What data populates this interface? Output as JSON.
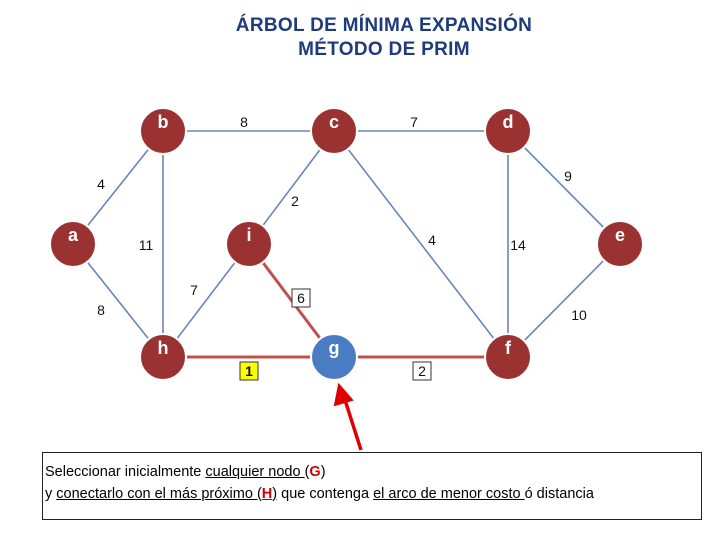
{
  "title": {
    "line1": "ÁRBOL DE MÍNIMA EXPANSIÓN",
    "line2": "MÉTODO DE PRIM"
  },
  "colors": {
    "node": "#9b3232",
    "node_start": "#4a7cc4",
    "edge": "#6b85b8",
    "edge_selected": "#c05050",
    "arrow": "#e00000",
    "highlight_box": "#ffff00"
  },
  "nodes": [
    {
      "id": "a",
      "label": "a"
    },
    {
      "id": "b",
      "label": "b"
    },
    {
      "id": "c",
      "label": "c"
    },
    {
      "id": "d",
      "label": "d"
    },
    {
      "id": "e",
      "label": "e"
    },
    {
      "id": "i",
      "label": "i"
    },
    {
      "id": "h",
      "label": "h"
    },
    {
      "id": "g",
      "label": "g",
      "start": true
    },
    {
      "id": "f",
      "label": "f"
    }
  ],
  "edges": [
    {
      "from": "a",
      "to": "b",
      "weight": "4"
    },
    {
      "from": "a",
      "to": "h",
      "weight": "8"
    },
    {
      "from": "b",
      "to": "c",
      "weight": "8"
    },
    {
      "from": "b",
      "to": "h",
      "weight": "11"
    },
    {
      "from": "c",
      "to": "d",
      "weight": "7"
    },
    {
      "from": "c",
      "to": "i",
      "weight": "2"
    },
    {
      "from": "c",
      "to": "f",
      "weight": "4"
    },
    {
      "from": "d",
      "to": "e",
      "weight": "9"
    },
    {
      "from": "d",
      "to": "f",
      "weight": "14"
    },
    {
      "from": "e",
      "to": "f",
      "weight": "10"
    },
    {
      "from": "i",
      "to": "h",
      "weight": "7"
    },
    {
      "from": "i",
      "to": "g",
      "weight": "6",
      "selected": true,
      "boxed": true
    },
    {
      "from": "h",
      "to": "g",
      "weight": "1",
      "selected": true,
      "boxed": true,
      "highlight": true
    },
    {
      "from": "g",
      "to": "f",
      "weight": "2",
      "selected": true,
      "boxed": true
    }
  ],
  "caption": {
    "l1_a": "Seleccionar inicialmente ",
    "l1_b": "cualquier nodo ",
    "l1_c": "  (",
    "l1_d": "G",
    "l1_e": ")",
    "l2_a": "y ",
    "l2_b": "conectarlo con el más próximo  (",
    "l2_c": "H",
    "l2_d": ")",
    "l2_e": "   que contenga ",
    "l2_f": "el arco de menor costo ",
    "l2_g": "ó distancia"
  }
}
